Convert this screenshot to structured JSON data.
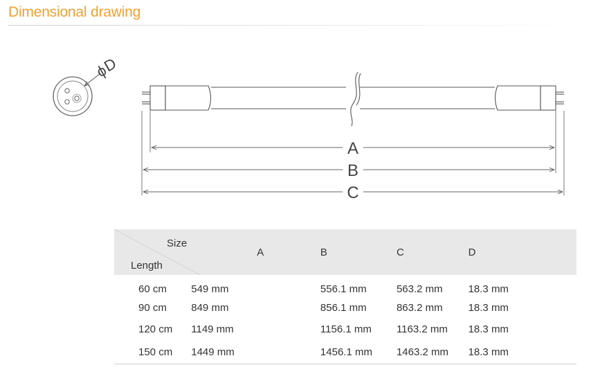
{
  "title": "Dimensional drawing",
  "drawing": {
    "labels": {
      "a": "A",
      "b": "B",
      "c": "C",
      "d": "D",
      "phi": "ϕ"
    }
  },
  "table": {
    "corner": {
      "size": "Size",
      "length": "Length"
    },
    "columns": [
      "A",
      "B",
      "C",
      "D"
    ],
    "rows": [
      {
        "length": "60 cm",
        "a": "549 mm",
        "b": "556.1 mm",
        "c": "563.2 mm",
        "d": "18.3 mm"
      },
      {
        "length": "90 cm",
        "a": "849 mm",
        "b": "856.1 mm",
        "c": "863.2 mm",
        "d": "18.3 mm"
      },
      {
        "length": "120 cm",
        "a": "1149 mm",
        "b": "1156.1 mm",
        "c": "1163.2 mm",
        "d": "18.3 mm"
      },
      {
        "length": "150 cm",
        "a": "1449 mm",
        "b": "1456.1 mm",
        "c": "1463.2 mm",
        "d": "18.3 mm"
      }
    ]
  }
}
